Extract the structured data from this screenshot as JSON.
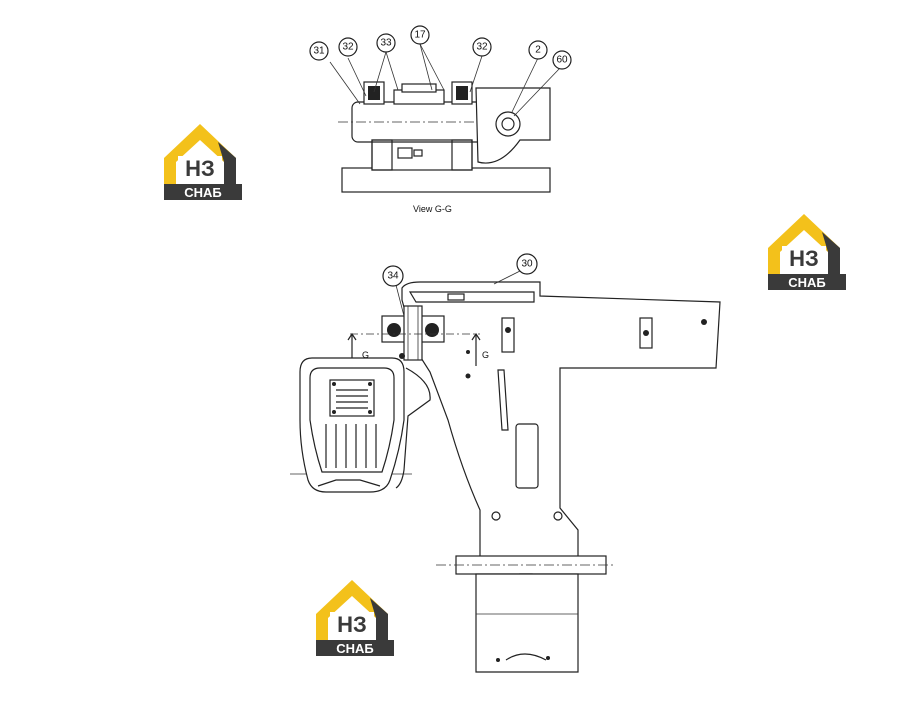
{
  "view_caption": "View G-G",
  "section_marks": [
    "G",
    "G"
  ],
  "callouts": {
    "top": [
      "31",
      "32",
      "33",
      "17",
      "32",
      "2",
      "60"
    ],
    "main": [
      "34",
      "30"
    ]
  },
  "watermark": {
    "letters": "НЗ",
    "subtext": "СНАБ",
    "colors": {
      "yellow": "#f3c11b",
      "dark": "#3a3a3a"
    }
  }
}
